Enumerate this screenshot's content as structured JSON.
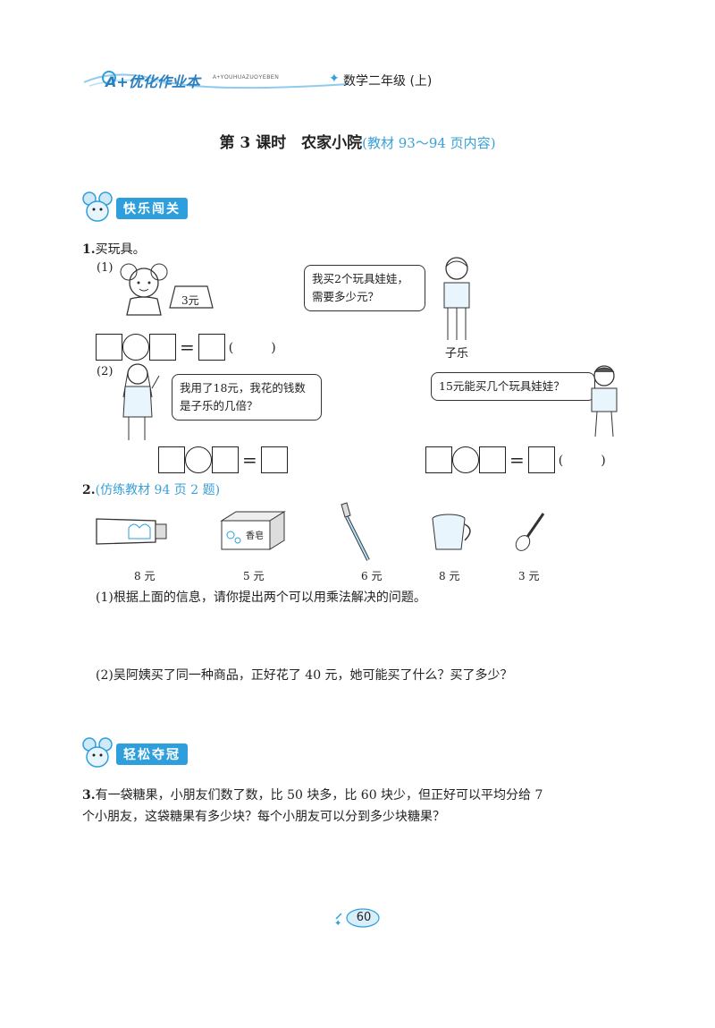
{
  "header": {
    "brand": "A+优化作业本",
    "brand_sub": "A+YOUHUAZUOYEBEN",
    "grade": "数学二年级 (上)"
  },
  "title": {
    "main": "第 3 课时　农家小院",
    "sub": "(教材 93～94 页内容)"
  },
  "section1": {
    "label": "快乐闯关"
  },
  "q1": {
    "num": "1.",
    "text": "买玩具。",
    "part1_label": "(1)",
    "price_tag": "3元",
    "bubble1": "我买2个玩具娃娃，需要多少元？",
    "person1_name": "子乐",
    "paren1": "(　　　)",
    "part2_label": "(2)",
    "bubble2": "我用了18元，我花的钱数是子乐的几倍？",
    "bubble3": "15元能买几个玩具娃娃？",
    "paren2": "(　　　)"
  },
  "q2": {
    "num": "2.",
    "ref": "(仿练教材 94 页 2 题)",
    "items": [
      {
        "name": "toothpaste",
        "price": "8 元"
      },
      {
        "name": "soap",
        "label": "香皂",
        "price": "5 元"
      },
      {
        "name": "toothbrush",
        "price": "6 元"
      },
      {
        "name": "cup",
        "price": "8 元"
      },
      {
        "name": "spoon",
        "price": "3 元"
      }
    ],
    "part1": "(1)根据上面的信息，请你提出两个可以用乘法解决的问题。",
    "part2": "(2)吴阿姨买了同一种商品，正好花了 40 元，她可能买了什么？买了多少？"
  },
  "section2": {
    "label": "轻松夺冠"
  },
  "q3": {
    "num": "3.",
    "line1": "有一袋糖果，小朋友们数了数，比 50 块多，比 60 块少，但正好可以平均分给 7",
    "line2": "个小朋友，这袋糖果有多少块？每个小朋友可以分到多少块糖果？"
  },
  "page_number": "60",
  "colors": {
    "accent": "#2e9fdc",
    "cyan_text": "#3aa0d8"
  }
}
